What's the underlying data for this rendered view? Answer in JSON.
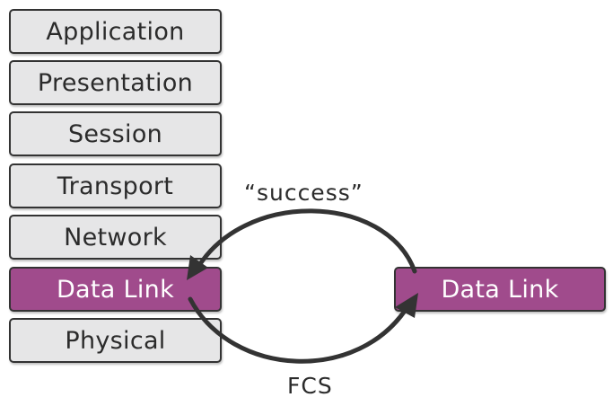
{
  "osi_stack": {
    "layers": [
      {
        "label": "Application"
      },
      {
        "label": "Presentation"
      },
      {
        "label": "Session"
      },
      {
        "label": "Transport"
      },
      {
        "label": "Network"
      },
      {
        "label": "Data Link",
        "highlighted": true
      },
      {
        "label": "Physical"
      }
    ]
  },
  "remote_node": {
    "label": "Data Link"
  },
  "arrows": {
    "top_label": "“success”",
    "bottom_label": "FCS"
  },
  "colors": {
    "layer_fill": "#e6e6e7",
    "highlight_fill": "#a04b8c",
    "border": "#333333",
    "arrow": "#333333"
  }
}
